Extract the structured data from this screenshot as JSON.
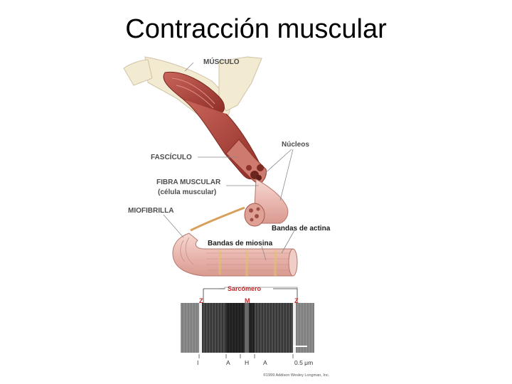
{
  "title": "Contracción muscular",
  "labels": {
    "musculo": "MÚSCULO",
    "nucleos": "Núcleos",
    "fasciculo": "FASCÍCULO",
    "fibra_muscular": "FIBRA MUSCULAR",
    "celula_muscular": "(célula muscular)",
    "miofibrilla": "MIOFIBRILLA",
    "bandas_actina": "Bandas de actina",
    "bandas_miosina": "Bandas de miosina",
    "sarcomero": "Sarcómero"
  },
  "micrograph_top": {
    "z_left": "Z",
    "m": "M",
    "z_right": "Z"
  },
  "micrograph_bottom": {
    "i": "I",
    "a_left": "A",
    "h": "H",
    "a_right": "A"
  },
  "scale_bar": "0.5 μm",
  "copyright": "©1999 Addison Wesley Longman, Inc.",
  "colors": {
    "muscle_red": "#b4473e",
    "fiber_pink": "#eab8b0",
    "label_red": "#c0282a",
    "arm_skin": "#f3ead2"
  }
}
